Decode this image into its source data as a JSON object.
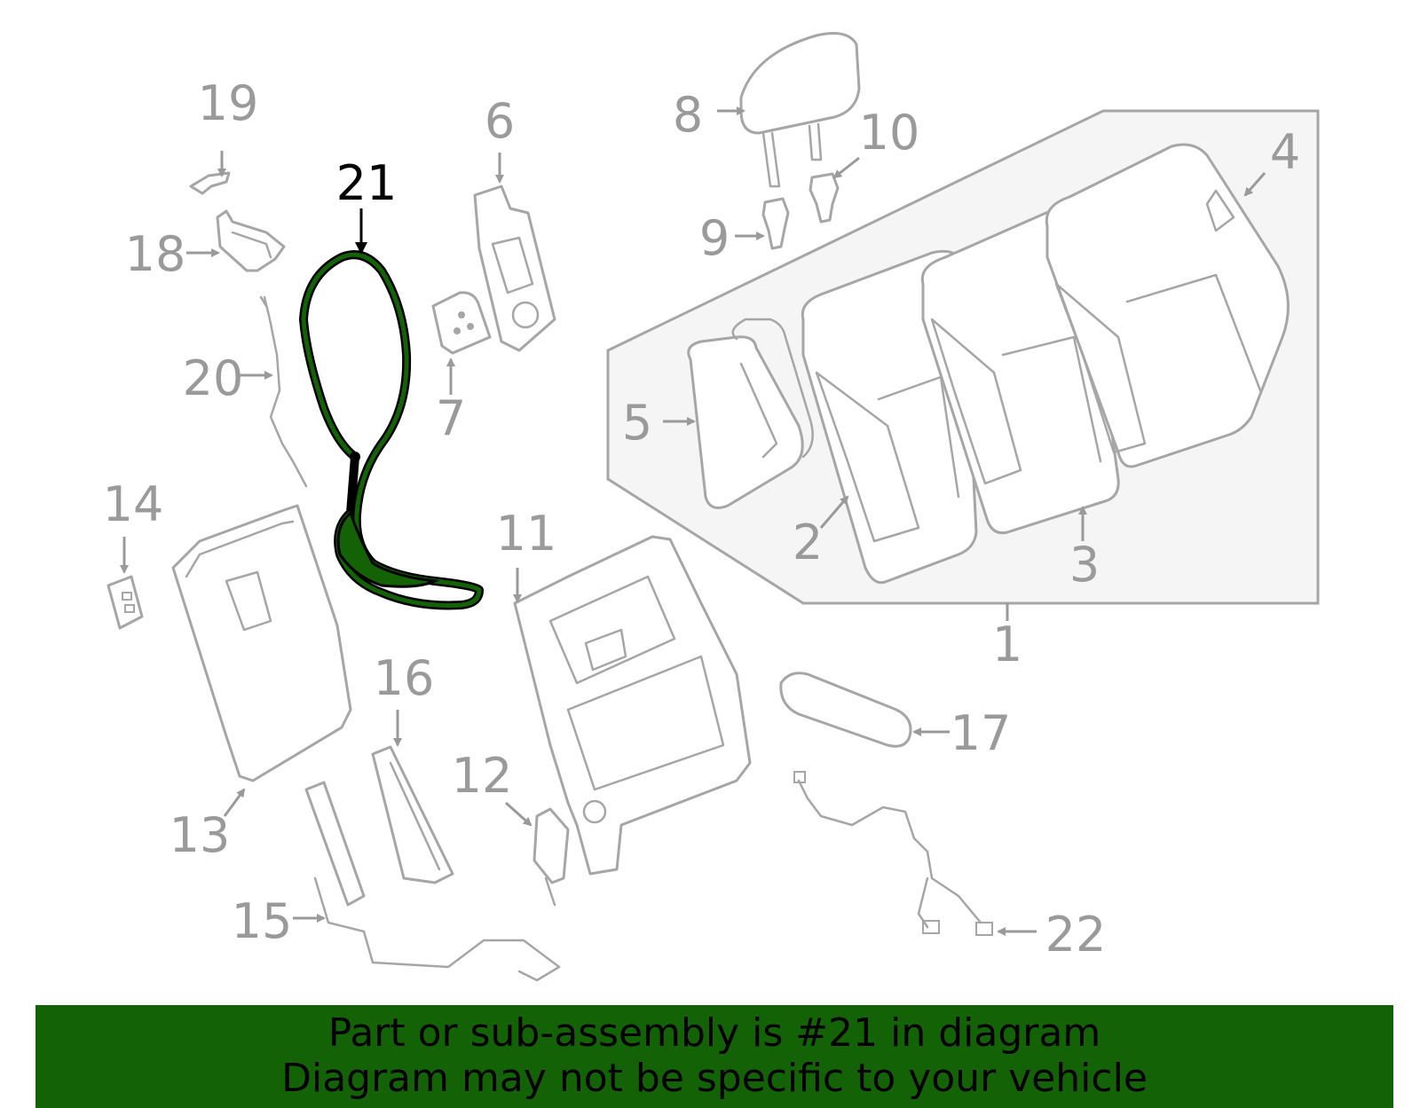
{
  "diagram": {
    "highlight_color": "#136306",
    "callouts": {
      "c1": "1",
      "c2": "2",
      "c3": "3",
      "c4": "4",
      "c5": "5",
      "c6": "6",
      "c7": "7",
      "c8": "8",
      "c9": "9",
      "c10": "10",
      "c11": "11",
      "c12": "12",
      "c13": "13",
      "c14": "14",
      "c15": "15",
      "c16": "16",
      "c17": "17",
      "c18": "18",
      "c19": "19",
      "c20": "20",
      "c21": "21",
      "c22": "22"
    },
    "highlighted_part": "21"
  },
  "banner": {
    "line1": "Part or sub-assembly is #21 in diagram",
    "line2": "Diagram may not be specific to your vehicle",
    "background": "#136306"
  }
}
